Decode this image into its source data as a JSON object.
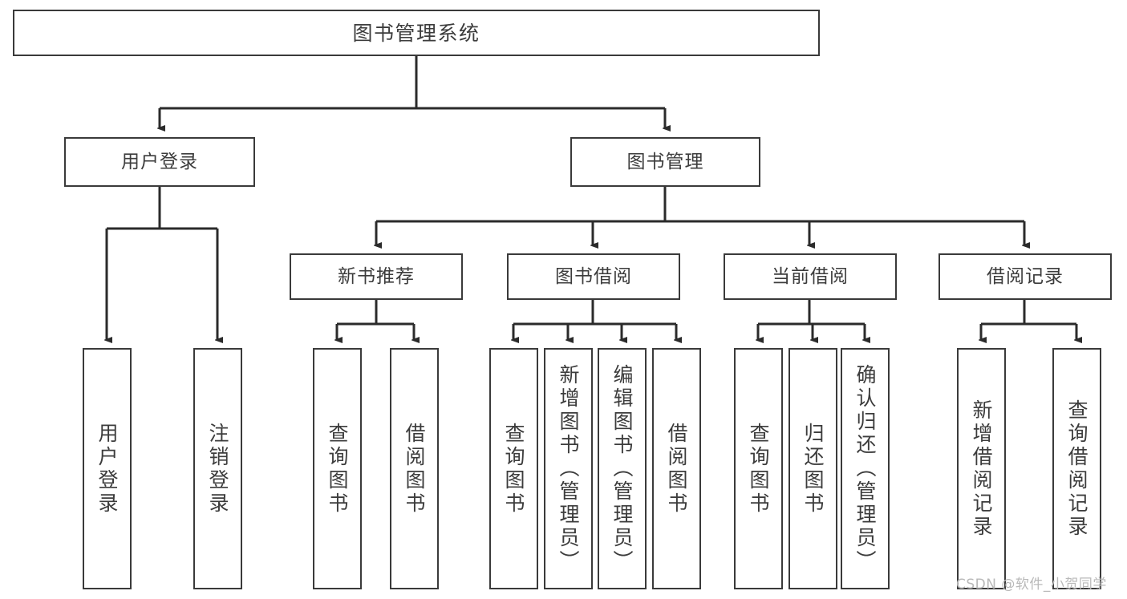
{
  "diagram": {
    "title": "图书管理系统",
    "type": "tree-hierarchy",
    "watermark": "CSDN @软件_小贺同学",
    "colors": {
      "background": "#ffffff",
      "box_border": "#3a3a3a",
      "box_fill": "#ffffff",
      "text": "#3c3c3c",
      "connector": "#2b2b2b",
      "watermark": "#b9b9b9"
    },
    "nodes": {
      "root": {
        "label": "图书管理系统"
      },
      "level2": [
        {
          "id": "user-login",
          "label": "用户登录"
        },
        {
          "id": "book-manage",
          "label": "图书管理"
        }
      ],
      "level3": [
        {
          "id": "new-book-recommend",
          "label": "新书推荐"
        },
        {
          "id": "book-borrow",
          "label": "图书借阅"
        },
        {
          "id": "current-borrow",
          "label": "当前借阅"
        },
        {
          "id": "borrow-record",
          "label": "借阅记录"
        }
      ],
      "leaves": {
        "user_login": [
          {
            "id": "leaf-user-login",
            "label": "用户登录"
          },
          {
            "id": "leaf-logout",
            "label": "注销登录"
          }
        ],
        "new_book_recommend": [
          {
            "id": "leaf-query-book-1",
            "label": "查询图书"
          },
          {
            "id": "leaf-borrow-book-1",
            "label": "借阅图书"
          }
        ],
        "book_borrow": [
          {
            "id": "leaf-query-book-2",
            "label": "查询图书"
          },
          {
            "id": "leaf-add-book",
            "label": "新增图书（管理员）"
          },
          {
            "id": "leaf-edit-book",
            "label": "编辑图书（管理员）"
          },
          {
            "id": "leaf-borrow-book-2",
            "label": "借阅图书"
          }
        ],
        "current_borrow": [
          {
            "id": "leaf-query-book-3",
            "label": "查询图书"
          },
          {
            "id": "leaf-return-book",
            "label": "归还图书"
          },
          {
            "id": "leaf-confirm-return",
            "label": "确认归还（管理员）"
          }
        ],
        "borrow_record": [
          {
            "id": "leaf-add-record",
            "label": "新增借阅记录"
          },
          {
            "id": "leaf-query-record",
            "label": "查询借阅记录"
          }
        ]
      }
    }
  }
}
